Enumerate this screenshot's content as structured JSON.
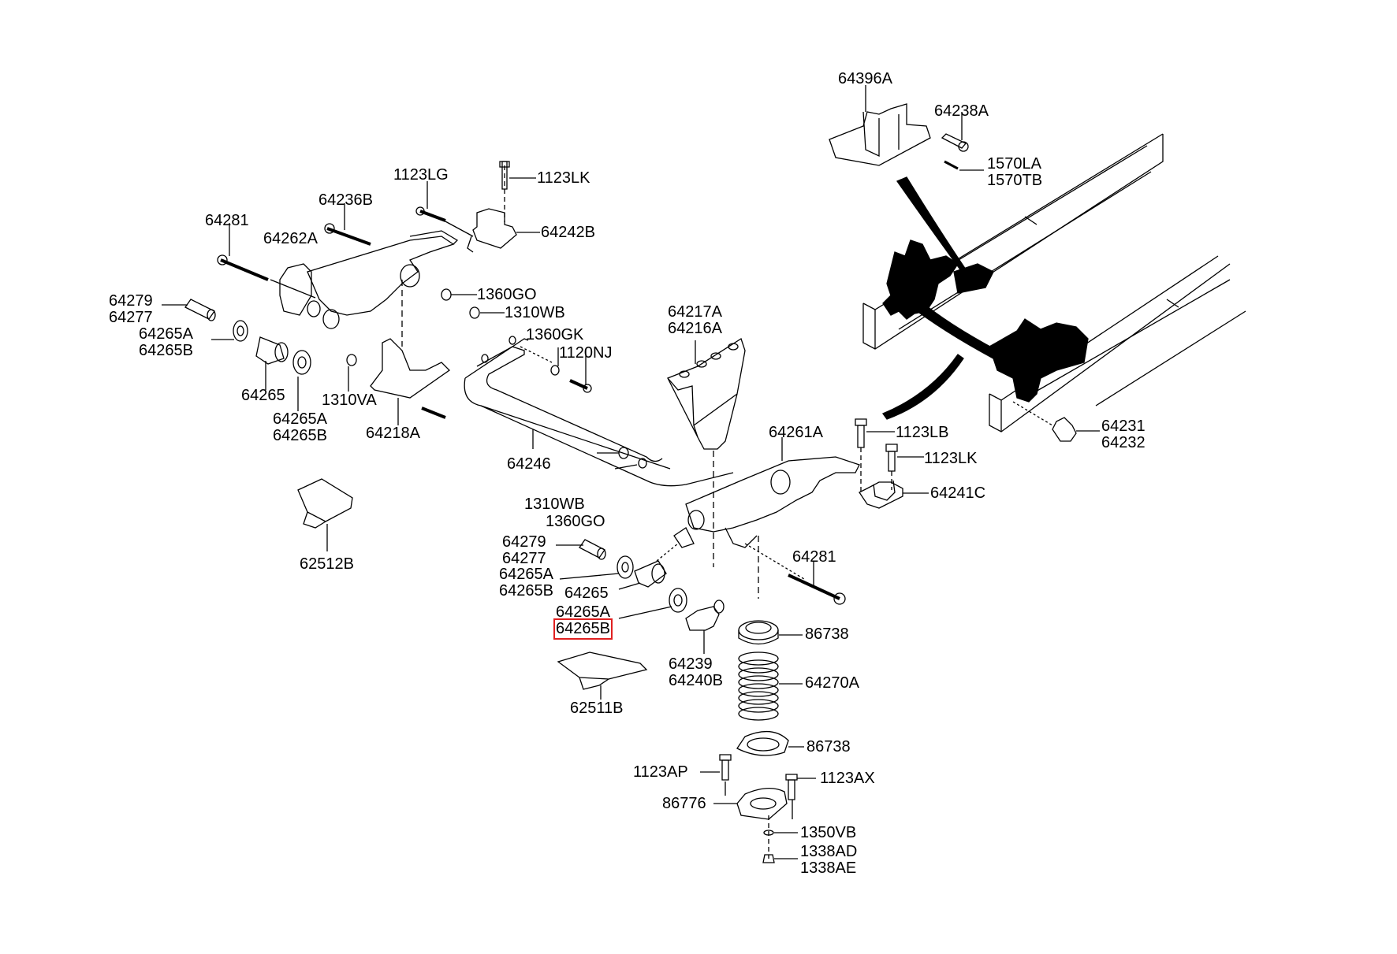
{
  "diagram": {
    "title": "Front suspension / stabilizer exploded parts diagram",
    "highlight_color": "#e02020",
    "highlighted_part": "64265B",
    "callouts": [
      {
        "id": "c01",
        "lines": [
          "64396A"
        ]
      },
      {
        "id": "c02",
        "lines": [
          "64238A"
        ]
      },
      {
        "id": "c03",
        "lines": [
          "1570LA",
          "1570TB"
        ]
      },
      {
        "id": "c04",
        "lines": [
          "1123LG"
        ]
      },
      {
        "id": "c05",
        "lines": [
          "1123LK"
        ]
      },
      {
        "id": "c06",
        "lines": [
          "64236B"
        ]
      },
      {
        "id": "c07",
        "lines": [
          "64281"
        ]
      },
      {
        "id": "c08",
        "lines": [
          "64262A"
        ]
      },
      {
        "id": "c09",
        "lines": [
          "64242B"
        ]
      },
      {
        "id": "c10",
        "lines": [
          "64279",
          "64277"
        ]
      },
      {
        "id": "c11",
        "lines": [
          "1360GO"
        ]
      },
      {
        "id": "c12",
        "lines": [
          "1310WB"
        ]
      },
      {
        "id": "c13",
        "lines": [
          "64265A",
          "64265B"
        ]
      },
      {
        "id": "c14",
        "lines": [
          "1360GK"
        ]
      },
      {
        "id": "c15",
        "lines": [
          "1120NJ"
        ]
      },
      {
        "id": "c16",
        "lines": [
          "64217A",
          "64216A"
        ]
      },
      {
        "id": "c17",
        "lines": [
          "64265"
        ]
      },
      {
        "id": "c18",
        "lines": [
          "1310VA"
        ]
      },
      {
        "id": "c19",
        "lines": [
          "64265A",
          "64265B"
        ]
      },
      {
        "id": "c20",
        "lines": [
          "64218A"
        ]
      },
      {
        "id": "c21",
        "lines": [
          "64231",
          "64232"
        ]
      },
      {
        "id": "c22",
        "lines": [
          "64261A"
        ]
      },
      {
        "id": "c23",
        "lines": [
          "1123LB"
        ]
      },
      {
        "id": "c24",
        "lines": [
          "1123LK"
        ]
      },
      {
        "id": "c25",
        "lines": [
          "64246"
        ]
      },
      {
        "id": "c26",
        "lines": [
          "64241C"
        ]
      },
      {
        "id": "c27",
        "lines": [
          "1310WB"
        ]
      },
      {
        "id": "c28",
        "lines": [
          "1360GO"
        ]
      },
      {
        "id": "c29",
        "lines": [
          "62512B"
        ]
      },
      {
        "id": "c30",
        "lines": [
          "64279",
          "64277"
        ]
      },
      {
        "id": "c31",
        "lines": [
          "64281"
        ]
      },
      {
        "id": "c32",
        "lines": [
          "64265A",
          "64265B"
        ]
      },
      {
        "id": "c33",
        "lines": [
          "64265"
        ]
      },
      {
        "id": "c34",
        "lines": [
          "64265A"
        ]
      },
      {
        "id": "c35",
        "lines": [
          "64265B"
        ]
      },
      {
        "id": "c36",
        "lines": [
          "86738"
        ]
      },
      {
        "id": "c37",
        "lines": [
          "64239",
          "64240B"
        ]
      },
      {
        "id": "c38",
        "lines": [
          "64270A"
        ]
      },
      {
        "id": "c39",
        "lines": [
          "62511B"
        ]
      },
      {
        "id": "c40",
        "lines": [
          "86738"
        ]
      },
      {
        "id": "c41",
        "lines": [
          "1123AP"
        ]
      },
      {
        "id": "c42",
        "lines": [
          "1123AX"
        ]
      },
      {
        "id": "c43",
        "lines": [
          "86776"
        ]
      },
      {
        "id": "c44",
        "lines": [
          "1350VB"
        ]
      },
      {
        "id": "c45",
        "lines": [
          "1338AD",
          "1338AE"
        ]
      }
    ]
  }
}
